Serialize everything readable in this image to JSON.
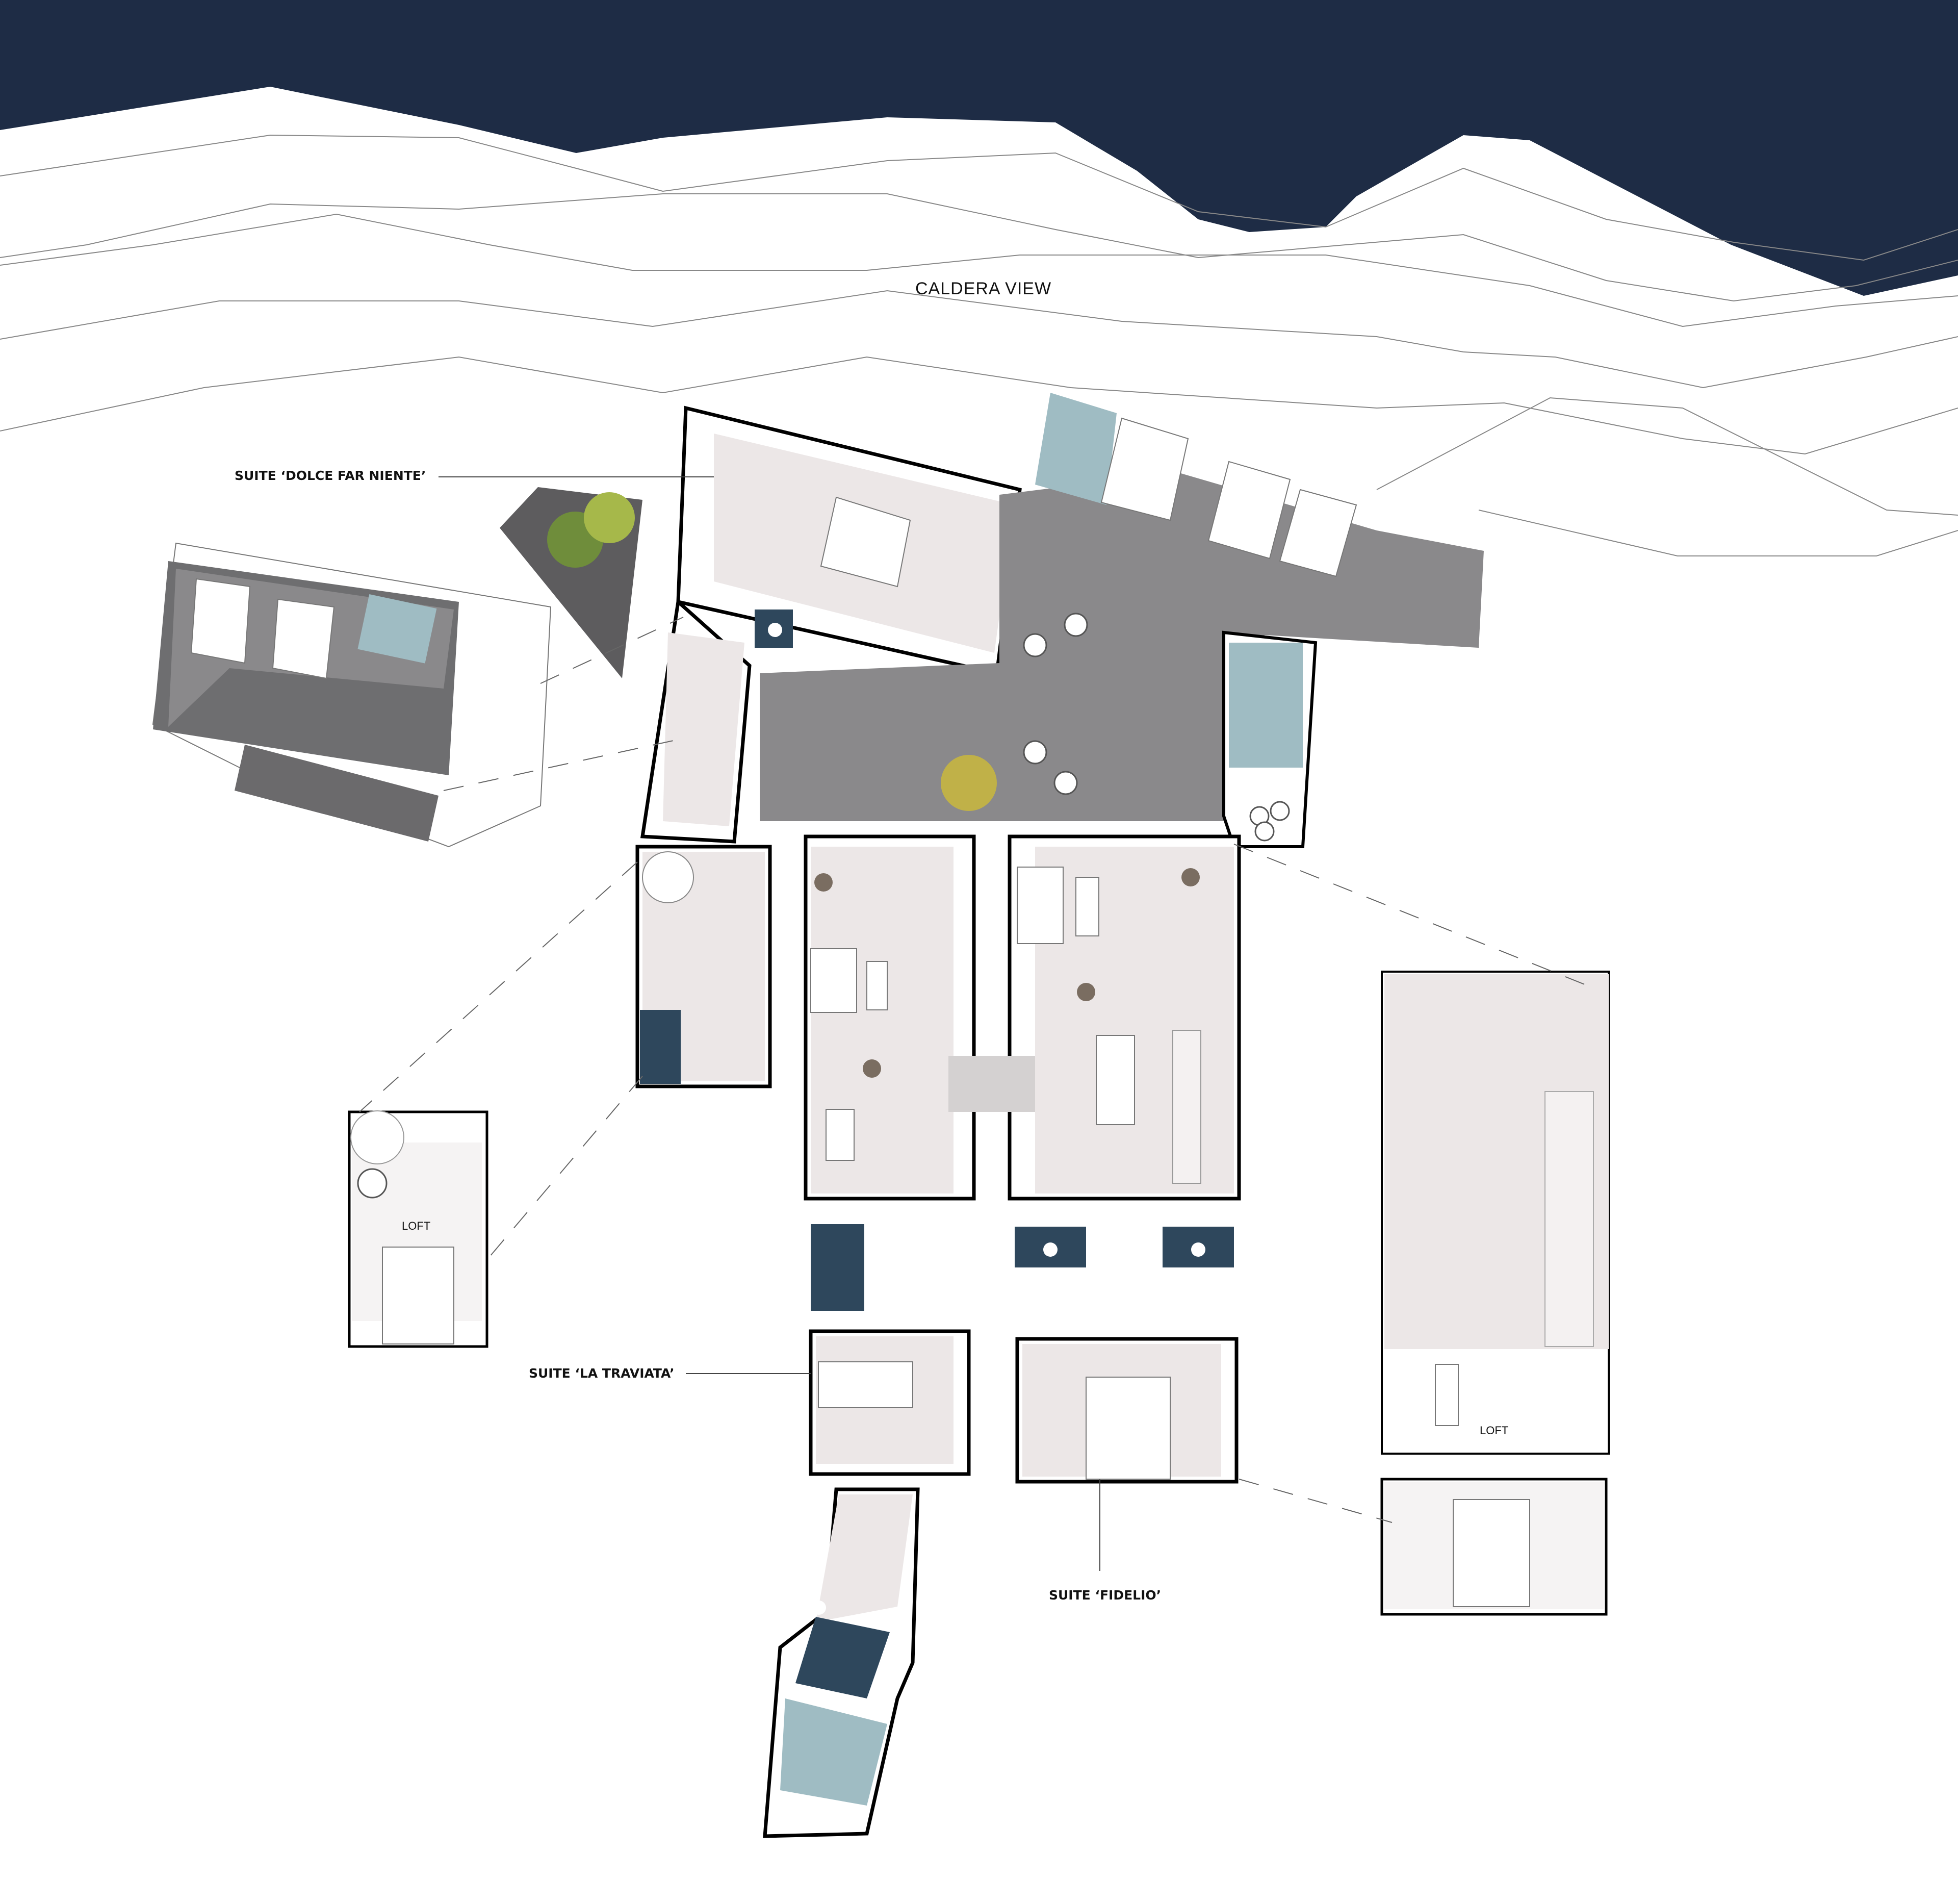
{
  "drawing": {
    "type": "architectural floor plan",
    "colors": {
      "sea": "#1e2c45",
      "terrace": "#8a898b",
      "terrace_dark": "#5d5c5e",
      "interior_floor": "#ece7e7",
      "bathroom": "#2e475c",
      "pool_water": "#9fbcc3",
      "furniture_accent": "#7a6d61",
      "tree": "#6f8d3b"
    }
  },
  "labels": {
    "caldera_view": "CALDERA VIEW",
    "suite_dolce": "SUITE ‘DOLCE FAR NIENTE’",
    "suite_traviata": "SUITE ‘LA TRAVIATA’",
    "suite_fidelio": "SUITE ‘FIDELIO’",
    "loft_left": "LOFT",
    "loft_right": "LOFT"
  },
  "elements": {
    "pools": [
      "terrace-pool-top",
      "terrace-pool-right",
      "roof-pool-left",
      "traviata-plunge-pool"
    ],
    "sun_loungers": 3,
    "trees": 2,
    "bathrooms": 6
  }
}
